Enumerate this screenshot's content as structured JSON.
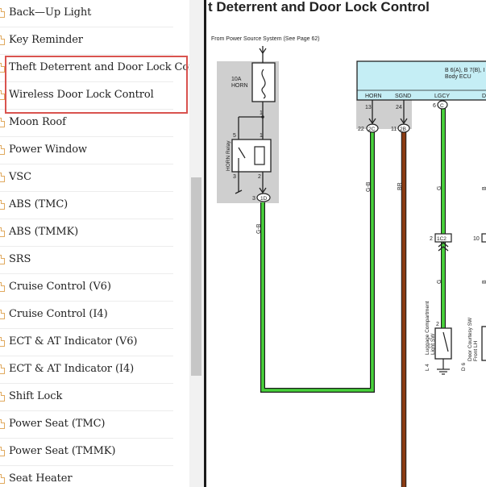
{
  "sidebar": {
    "items": [
      {
        "label": "Back—Up Light"
      },
      {
        "label": "Key Reminder"
      },
      {
        "label": "Theft Deterrent and Door Lock Control"
      },
      {
        "label": "Wireless Door Lock Control"
      },
      {
        "label": "Moon Roof"
      },
      {
        "label": "Power Window"
      },
      {
        "label": "VSC"
      },
      {
        "label": "ABS (TMC)"
      },
      {
        "label": "ABS (TMMK)"
      },
      {
        "label": "SRS"
      },
      {
        "label": "Cruise Control (V6)"
      },
      {
        "label": "Cruise Control (I4)"
      },
      {
        "label": "ECT & AT Indicator (V6)"
      },
      {
        "label": "ECT & AT Indicator (I4)"
      },
      {
        "label": "Shift Lock"
      },
      {
        "label": "Power Seat (TMC)"
      },
      {
        "label": "Power Seat (TMMK)"
      },
      {
        "label": "Seat Heater"
      }
    ]
  },
  "diagram": {
    "title": "t Deterrent and Door Lock Control",
    "power_source": "From Power Source System (See Page 62)",
    "horn_fuse_amp": "10A",
    "horn_fuse_name": "HORN",
    "horn_relay": "HORN Relay",
    "relay_pins": {
      "p5": "5",
      "p1a": "1",
      "p1b": "1",
      "p3": "3",
      "p2": "2"
    },
    "connector_1d": "1D",
    "connector_1d_pin": "3",
    "wire_gb": "G-B",
    "wire_gb2": "G-B",
    "wire_br": "BR",
    "wire_g1": "G",
    "wire_g2": "G",
    "ecu_label1": "B 6(A), B 7(B), I",
    "ecu_label2": "Body ECU",
    "pin_horn": "HORN",
    "pin_sgnd": "SGND",
    "pin_lgcy": "LGCY",
    "pin_d": "D",
    "pin_13": "13",
    "pin_24": "24",
    "pin_6": "6",
    "conn_22": "22",
    "conn_2c": "2C",
    "conn_11": "11",
    "conn_2b": "2B",
    "conn_c": "C",
    "conn_2": "2",
    "conn_1c2": "1C2",
    "conn_10": "10",
    "sw_pin": "2",
    "l4_code": "L 4",
    "l4_name": "Luggage Compartment",
    "l4_name2": "Light SW",
    "d6_code": "D 6",
    "d6_name": "Door Courtesy SW",
    "d6_name2": "Front LH",
    "right_letter1": "B",
    "right_letter2": "B"
  }
}
